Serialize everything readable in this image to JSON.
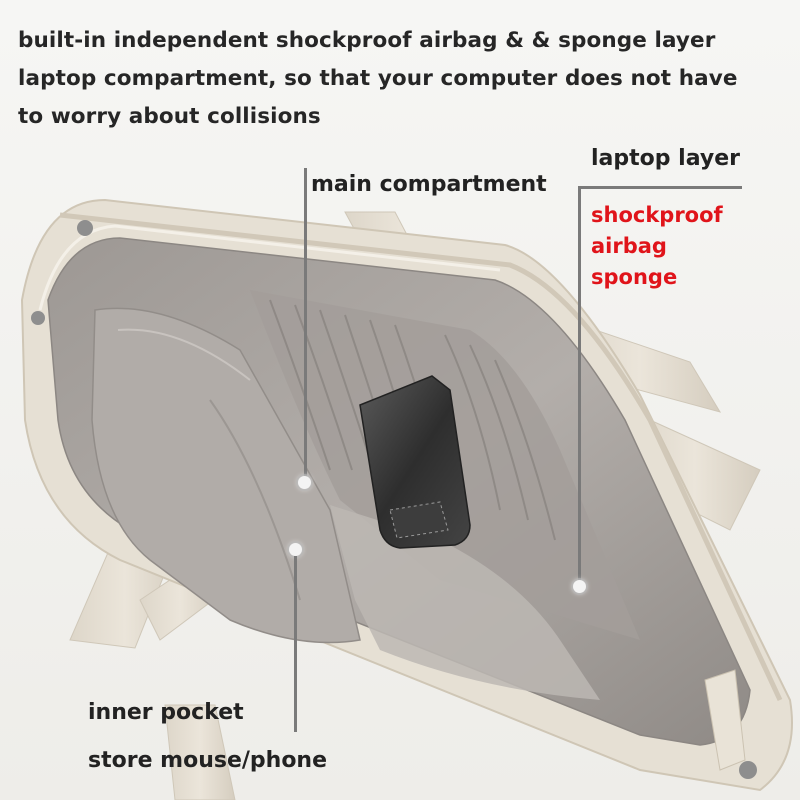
{
  "headline": {
    "line1": "built-in independent shockproof airbag & & sponge layer",
    "line2": "laptop compartment, so that your computer does not have",
    "line3": "to worry about collisions"
  },
  "callouts": {
    "main_compartment": "main compartment",
    "laptop_layer": "laptop layer",
    "shockproof_features": [
      "shockproof",
      "airbag",
      "sponge"
    ],
    "inner_pocket": "inner pocket",
    "store_mouse_phone": "store mouse/phone"
  },
  "colors": {
    "highlight_text": "#e0141a",
    "bag_shell": "#e6e0d4",
    "lining": "#a8a29d"
  }
}
